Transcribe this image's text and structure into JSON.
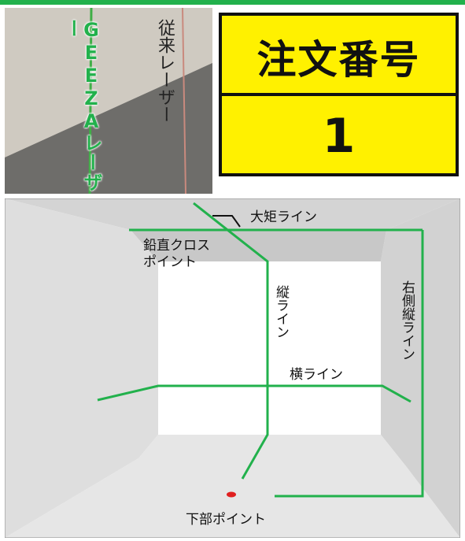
{
  "photo": {
    "geeza_label": "GEEZAレーザー",
    "conventional_label": "従来レーザー"
  },
  "order_box": {
    "title": "注文番号",
    "number": "1"
  },
  "diagram": {
    "labels": {
      "daiku_line": "大矩ライン",
      "vertical_cross_1": "鉛直クロス",
      "vertical_cross_2": "ポイント",
      "vertical_line": "縦ライン",
      "right_vertical_line": "右側縦ライン",
      "horizontal_line": "横ライン",
      "bottom_point": "下部ポイント"
    }
  },
  "colors": {
    "laser_green": "#22b14c",
    "laser_red": "#e02020",
    "order_yellow": "#fff100"
  }
}
